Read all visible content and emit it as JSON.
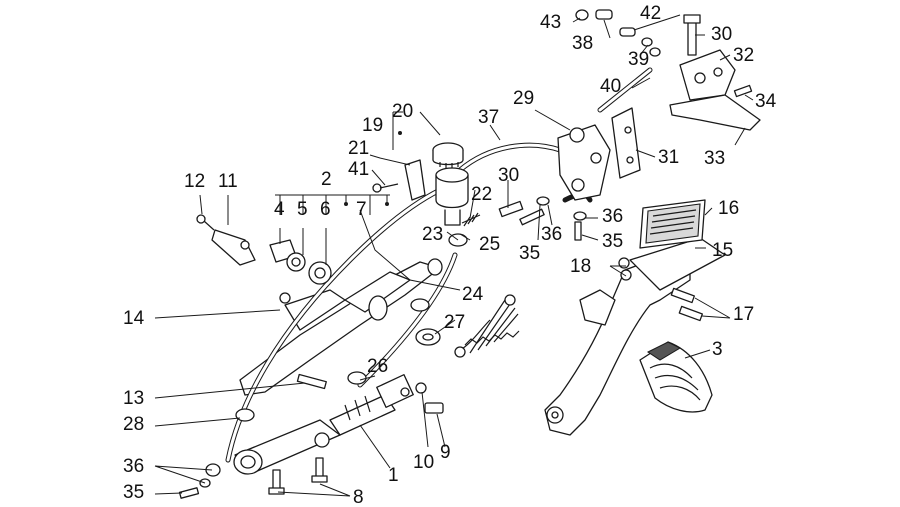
{
  "labels": {
    "l1": "1",
    "l2": "2",
    "l3": "3",
    "l4": "4",
    "l5": "5",
    "l6": "6",
    "l7": "7",
    "l8": "8",
    "l9": "9",
    "l10": "10",
    "l11": "11",
    "l12": "12",
    "l13": "13",
    "l14": "14",
    "l15": "15",
    "l16": "16",
    "l17": "17",
    "l18": "18",
    "l19": "19",
    "l20": "20",
    "l21": "21",
    "l22": "22",
    "l23": "23",
    "l24": "24",
    "l25": "25",
    "l26": "26",
    "l27": "27",
    "l28": "28",
    "l29": "29",
    "l30a": "30",
    "l30b": "30",
    "l31": "31",
    "l32": "32",
    "l33": "33",
    "l34": "34",
    "l35a": "35",
    "l35b": "35",
    "l35c": "35",
    "l36a": "36",
    "l36b": "36",
    "l36c": "36",
    "l37": "37",
    "l38": "38",
    "l39": "39",
    "l40": "40",
    "l41": "41",
    "l42": "42",
    "l43": "43"
  }
}
